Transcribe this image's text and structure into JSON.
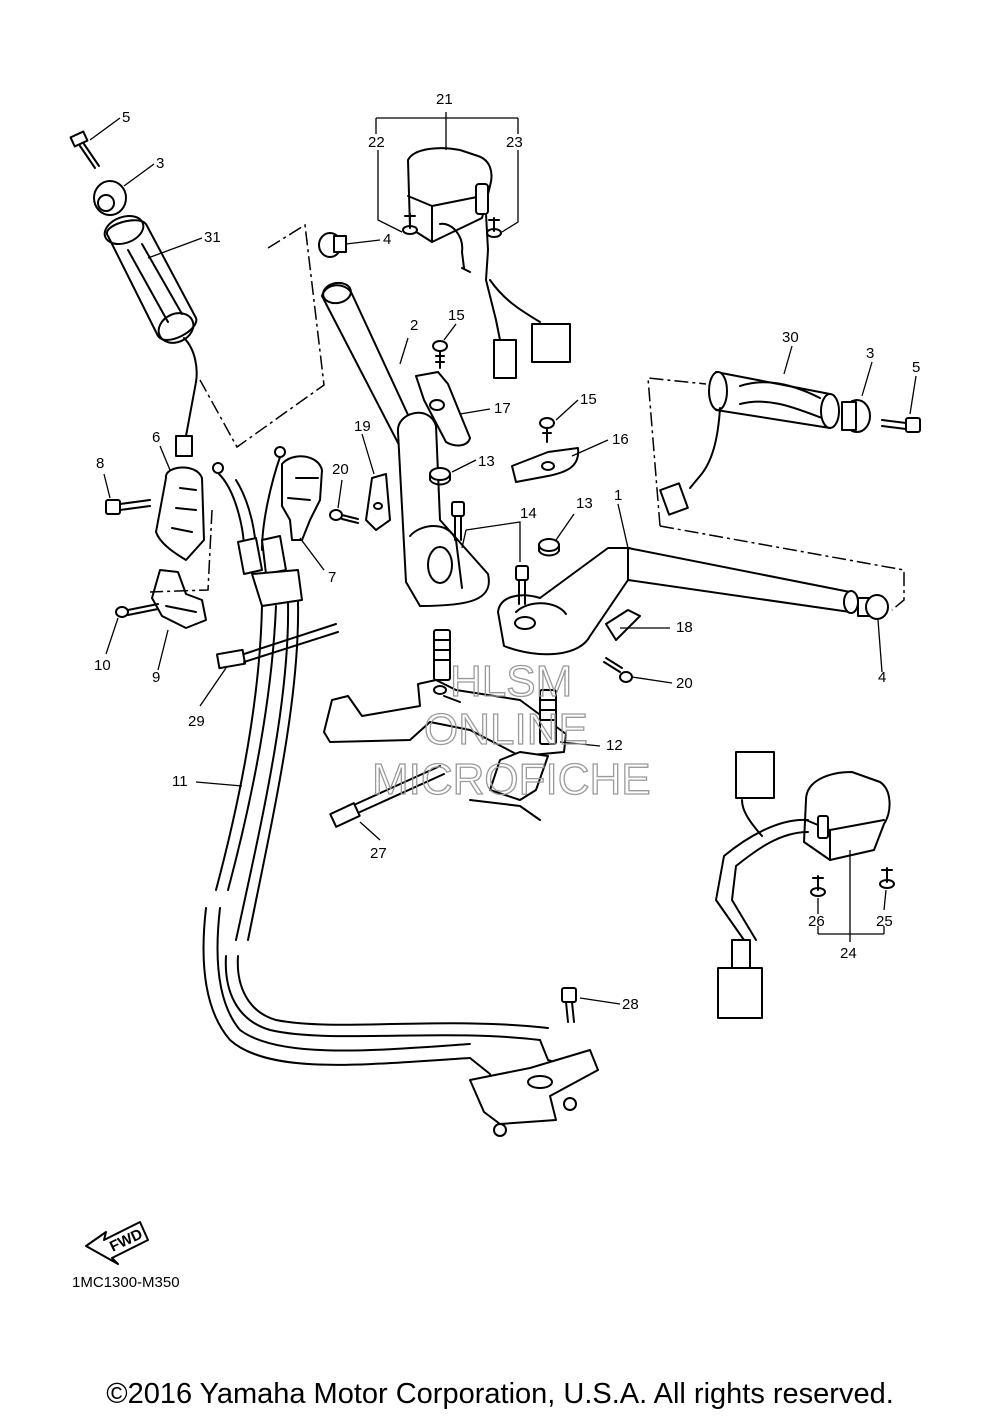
{
  "labels": [
    {
      "id": "5a",
      "text": "5"
    },
    {
      "id": "3a",
      "text": "3"
    },
    {
      "id": "31",
      "text": "31"
    },
    {
      "id": "4a",
      "text": "4"
    },
    {
      "id": "21",
      "text": "21"
    },
    {
      "id": "22",
      "text": "22"
    },
    {
      "id": "23",
      "text": "23"
    },
    {
      "id": "2",
      "text": "2"
    },
    {
      "id": "15a",
      "text": "15"
    },
    {
      "id": "17",
      "text": "17"
    },
    {
      "id": "30",
      "text": "30"
    },
    {
      "id": "3b",
      "text": "3"
    },
    {
      "id": "5b",
      "text": "5"
    },
    {
      "id": "15b",
      "text": "15"
    },
    {
      "id": "16",
      "text": "16"
    },
    {
      "id": "6",
      "text": "6"
    },
    {
      "id": "8",
      "text": "8"
    },
    {
      "id": "19",
      "text": "19"
    },
    {
      "id": "20a",
      "text": "20"
    },
    {
      "id": "13a",
      "text": "13"
    },
    {
      "id": "14",
      "text": "14"
    },
    {
      "id": "13b",
      "text": "13"
    },
    {
      "id": "1",
      "text": "1"
    },
    {
      "id": "7",
      "text": "7"
    },
    {
      "id": "10",
      "text": "10"
    },
    {
      "id": "9",
      "text": "9"
    },
    {
      "id": "18",
      "text": "18"
    },
    {
      "id": "20b",
      "text": "20"
    },
    {
      "id": "4b",
      "text": "4"
    },
    {
      "id": "29",
      "text": "29"
    },
    {
      "id": "12",
      "text": "12"
    },
    {
      "id": "11",
      "text": "11"
    },
    {
      "id": "27",
      "text": "27"
    },
    {
      "id": "26",
      "text": "26"
    },
    {
      "id": "25",
      "text": "25"
    },
    {
      "id": "24",
      "text": "24"
    },
    {
      "id": "28",
      "text": "28"
    }
  ],
  "watermark": [
    "HLSM",
    "ONLINE",
    "MICROFICHE"
  ],
  "fwd_label": "FWD",
  "diagram_code": "1MC1300-M350",
  "copyright": "©2016 Yamaha Motor Corporation, U.S.A. All rights reserved."
}
